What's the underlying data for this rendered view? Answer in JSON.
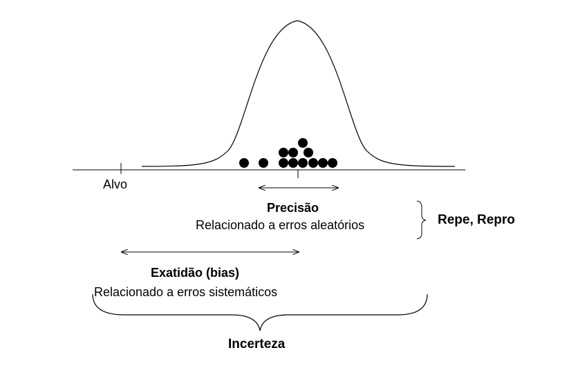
{
  "target_label": "Alvo",
  "precision": {
    "title": "Precisão",
    "description": "Relacionado a erros aleatórios"
  },
  "repeatability_label": "Repe, Repro",
  "accuracy": {
    "title": "Exatidão (bias)",
    "description": "Relacionado a erros sistemáticos"
  },
  "uncertainty_label": "Incerteza",
  "colors": {
    "ink": "#000000",
    "background": "#ffffff"
  }
}
